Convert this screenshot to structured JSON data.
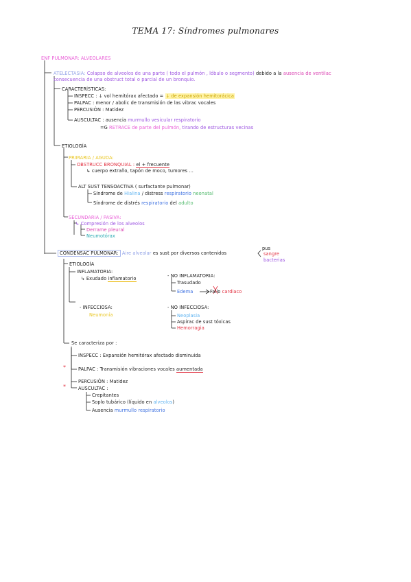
{
  "title": "TEMA 17: Síndromes pulmonares",
  "header": "ENF PULMONAR: ALVEOLARES",
  "atelectasia": {
    "label": "ATELECTASIA:",
    "def_line1": "Colapso de alveolos de una parte ( todo el pulmón , lóbulo o segmento)",
    "def_line1_tail": "debido a la",
    "def_line1_end": "ausencia de ventilac",
    "def_line2": "consecuencia de una obstruct total o parcial de un bronquio.",
    "caract_label": "CARACTERÍSTICAS:",
    "inspecc_label": "INSPECC : ↓ vol hemitórax afectado =",
    "inspecc_hl": "↓ de expansión hemitorácica",
    "palpac": "PALPAC : menor / abolic de transmisión de las vibrac vocales",
    "percusion": "PERCUSIÓN : Matidez",
    "auscult_label": "AUSCULTAC : ausencia",
    "auscult_tail": "murmullo vesicular respiratorio",
    "retrace_arrow": "=G",
    "retrace_pink": "RETRACE de parte del pulmón,",
    "retrace_tail": "tirando de estructuras vecinas",
    "etiologia_label": "ETIOLOGÍA",
    "primaria_label": "PRIMARIA / AGUDA:",
    "obstr_label": "OBSTRUCC BRONQUIAL :",
    "obstr_tail": "el + frecuente",
    "cuerpo": "↳ cuerpo extraño, tapón de moco, tumores ...",
    "alt_label": "ALT SUST TENSOACTIVA ( surfactante pulmonar)",
    "sindrome1_a": "Síndrome de",
    "sindrome1_b": "Hialina",
    "sindrome1_c": "/ distress",
    "sindrome1_d": "respiratorio",
    "sindrome1_e": "neonatal",
    "sindrome2_a": "Síndrome de distrés",
    "sindrome2_b": "respiratorio",
    "sindrome2_c": "del",
    "sindrome2_d": "adulto",
    "secundaria_label": "SECUNDARIA / PASIVA:",
    "compresion": "↳ Compresión de los alveolos",
    "derrame": "Derrame pleural",
    "neumotorax": "Neumotórax"
  },
  "condensac": {
    "label": "CONDENSAC PULMONAR:",
    "def_lav": "Aire alveolar",
    "def_rest": "es sust por diversos contenidos",
    "side_pus": "pus",
    "side_sangre": "sangre",
    "side_bacterias": "bacterias",
    "etiologia_label": "ETIOLOGÍA",
    "inflam_label": "INFLAMATORIA:",
    "exudado_pre": "↳ Exudado",
    "exudado_ul": "inflamatorio",
    "no_inflam_label": "NO INFLAMATORIA:",
    "trasudado": "Trasudado",
    "edema": "Edema",
    "fallo": "Fallo",
    "cardiaco": "cardiaco",
    "infecc_label": "INFECCIOSA:",
    "neumonia": "Neumonía",
    "no_infecc_label": "NO INFECCIOSA:",
    "neoplasia": "Neoplasia",
    "aspirac": "Aspirac de sust tóxicas",
    "hemorragia": "Hemorragia",
    "se_caract": "Se caracteriza por :",
    "inspecc": "INSPECC : Expansión hemitórax afectado disminuida",
    "palpac_pre": "PALPAC : Transmisión vibraciones vocales",
    "palpac_ul": "aumentada",
    "percusion": "PERCUSIÓN : Matidez",
    "auscult_label": "AUSCULTAC :",
    "crepitantes": "Crepitantes",
    "soplo_pre": "Soplo tubárico (líquido en",
    "soplo_lb": "alveolos",
    "soplo_post": ")",
    "ausencia": "Ausencia",
    "murmullo": "murmullo respiratorio",
    "star": "*"
  }
}
